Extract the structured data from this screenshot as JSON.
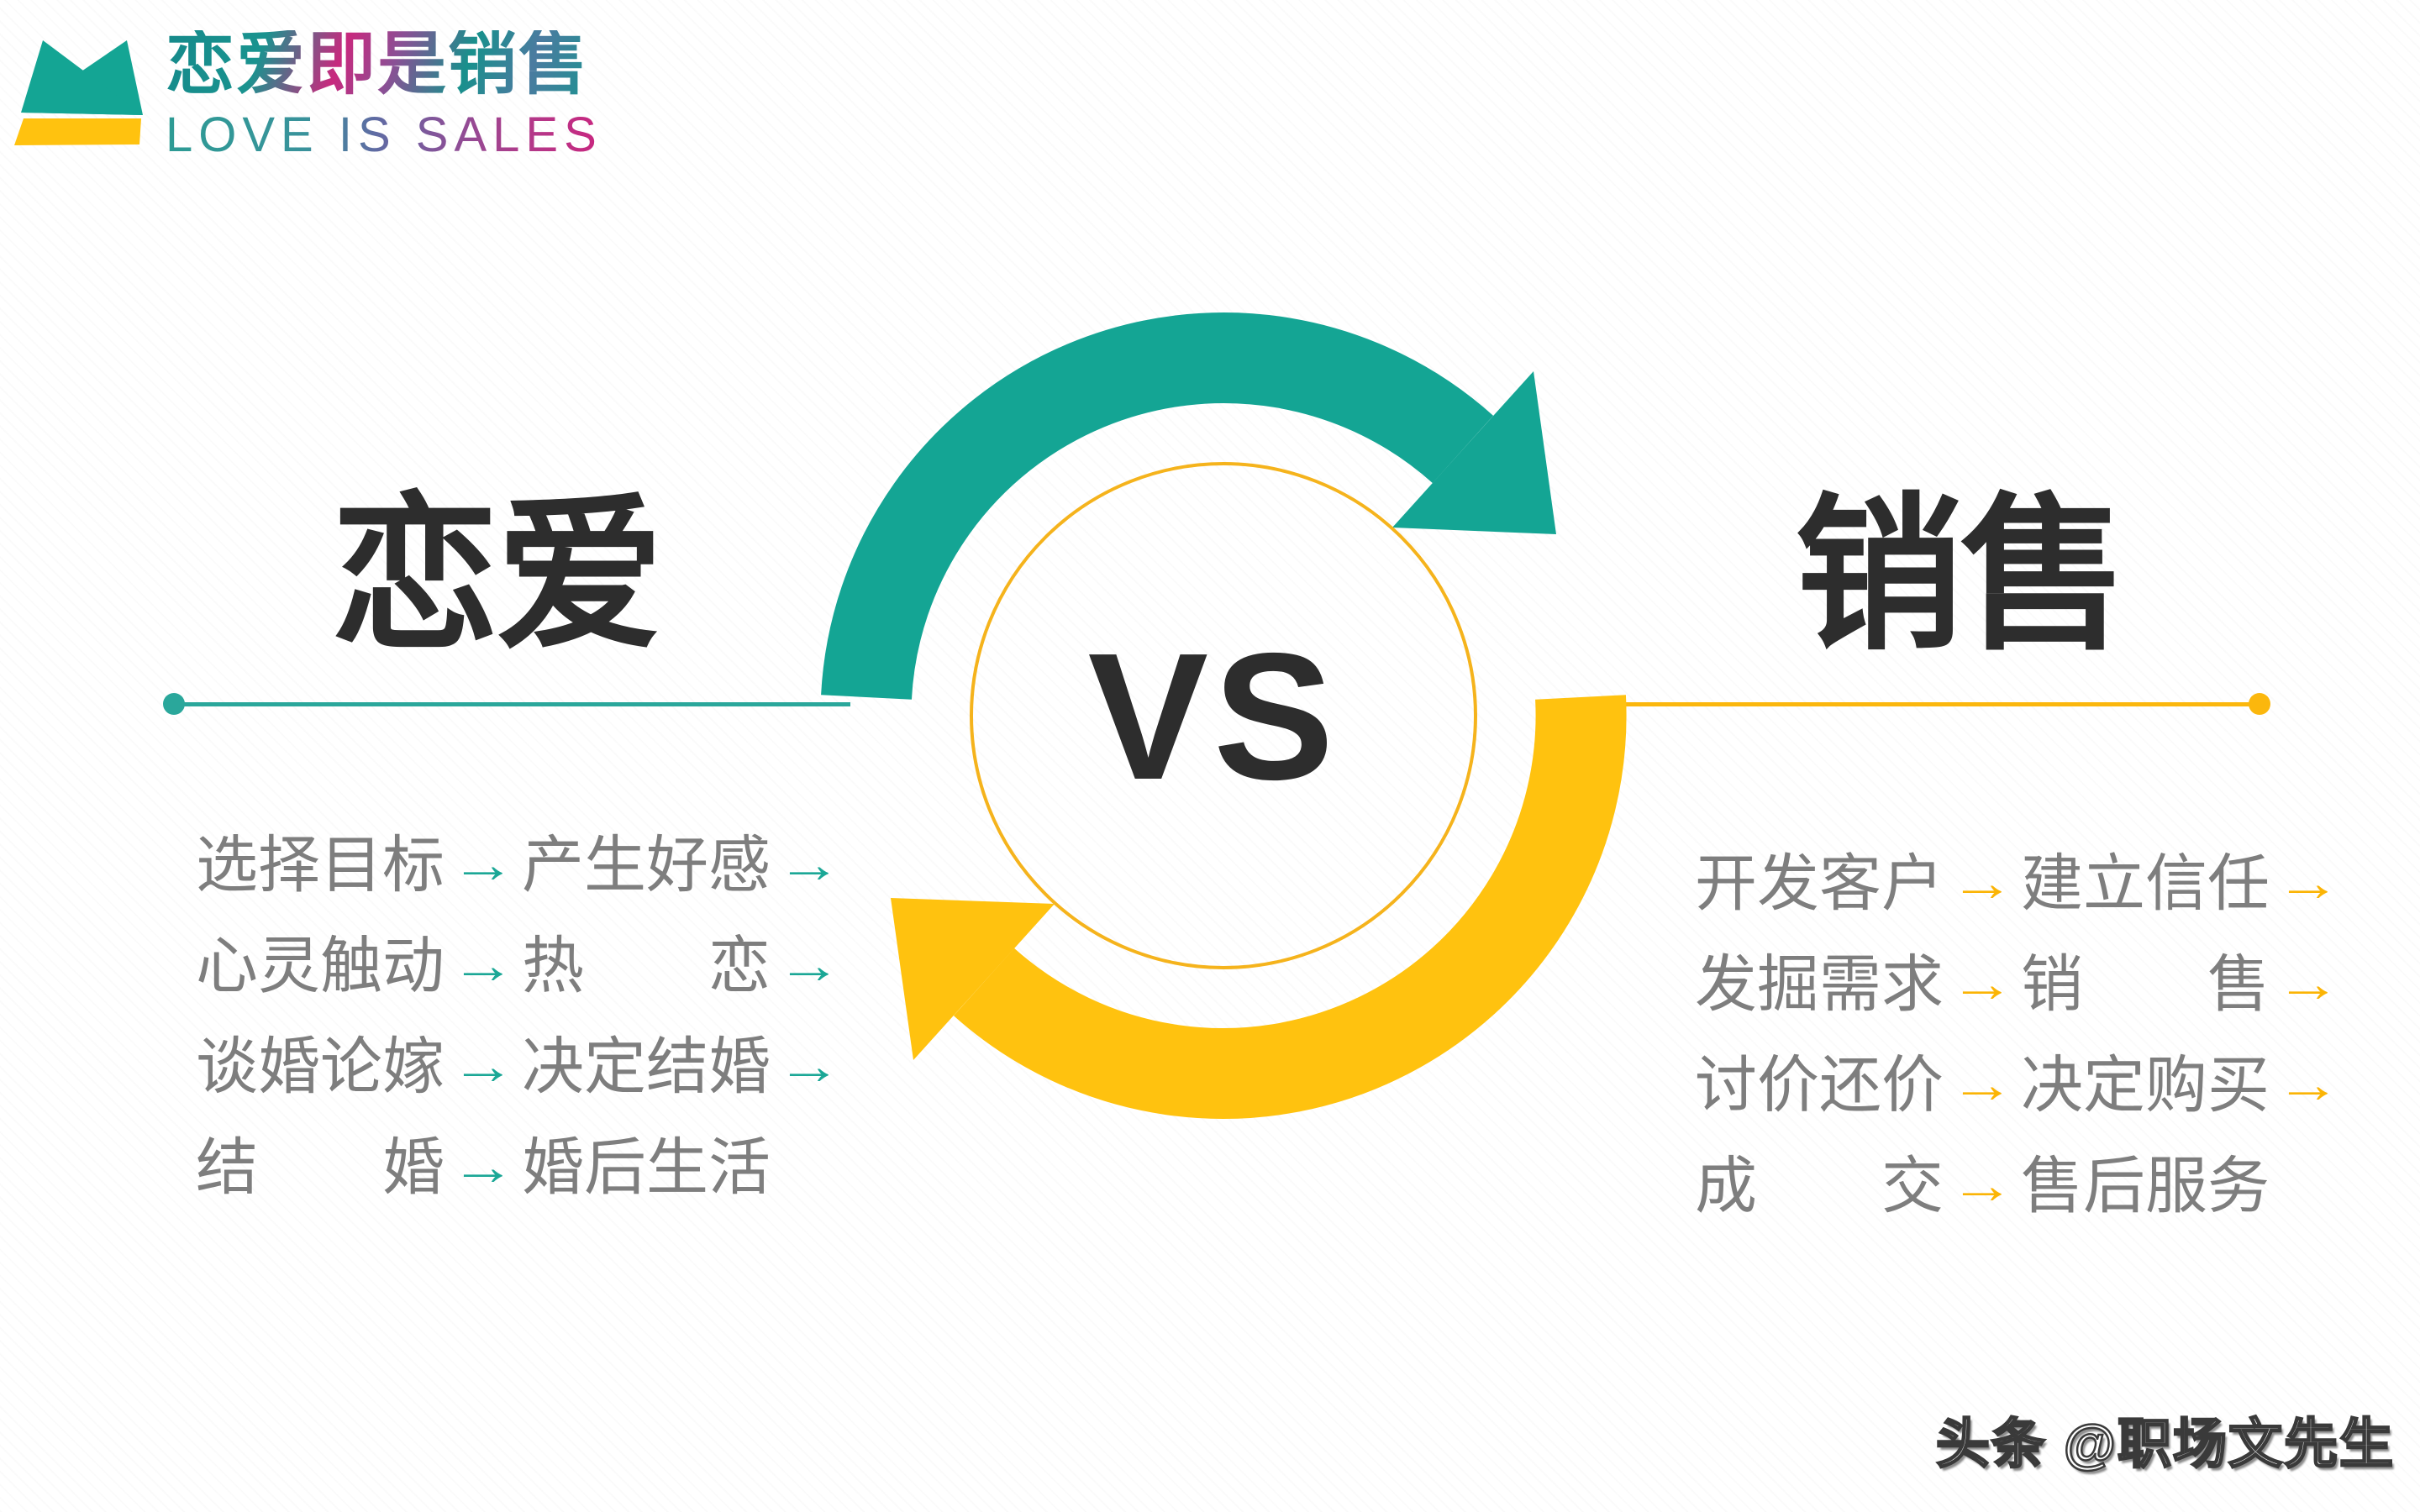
{
  "logo": {
    "title": "恋爱即是销售",
    "subtitle": "LOVE IS SALES"
  },
  "versus": {
    "label": "VS"
  },
  "arrow_glyph": "→",
  "left": {
    "heading": "恋爱",
    "rows": [
      {
        "a": "选择目标",
        "b": "产生好感",
        "trailing": true
      },
      {
        "a": "心灵触动",
        "b": "热　　恋",
        "trailing": true
      },
      {
        "a": "谈婚论嫁",
        "b": "决定结婚",
        "trailing": true
      },
      {
        "a": "结　　婚",
        "b": "婚后生活",
        "trailing": false
      }
    ]
  },
  "right": {
    "heading": "销售",
    "rows": [
      {
        "a": "开发客户",
        "b": "建立信任",
        "trailing": true
      },
      {
        "a": "发掘需求",
        "b": "销　　售",
        "trailing": true
      },
      {
        "a": "讨价还价",
        "b": "决定购买",
        "trailing": true
      },
      {
        "a": "成　　交",
        "b": "售后服务",
        "trailing": false
      }
    ]
  },
  "watermark": "头条 @职场文先生",
  "colors": {
    "teal": "#14a594",
    "yellow": "#ffc20f",
    "line_teal": "#2aa79b",
    "line_yellow": "#fbb70d",
    "arrow_teal": "#1ba796",
    "arrow_yellow": "#fbb405",
    "heading_ink": "#2d2d2d",
    "list_gray": "#7e7e7e",
    "gradient_teal": "#15898a",
    "gradient_magenta": "#c8297e",
    "gradient_purple": "#8a5095"
  }
}
